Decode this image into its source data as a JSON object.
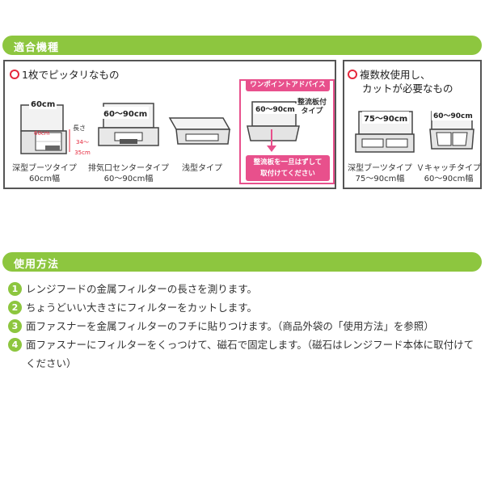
{
  "compat_section": {
    "title": "適合機種",
    "single": {
      "heading": "1枚でピッタリなもの",
      "items": [
        {
          "size": "60cm",
          "dim_small": "60cm",
          "height_label": "長さ",
          "height_range": "34〜35cm",
          "name": "深型ブーツタイプ",
          "width": "60cm幅"
        },
        {
          "size": "60〜90cm",
          "name": "排気口センタータイプ",
          "width": "60〜90cm幅"
        },
        {
          "name": "浅型タイプ"
        }
      ],
      "advice": {
        "title": "ワンポイントアドバイス",
        "size": "60〜90cm",
        "type_line1": "整流板付",
        "type_line2": "タイプ",
        "note_line1": "整流板を一旦はずして",
        "note_line2": "取付けてください"
      }
    },
    "multi": {
      "heading_line1": "複数枚使用し、",
      "heading_line2": "カットが必要なもの",
      "items": [
        {
          "size": "75〜90cm",
          "name": "深型ブーツタイプ",
          "width": "75〜90cm幅"
        },
        {
          "size": "60〜90cm",
          "name": "Ｖキャッチタイプ",
          "width": "60〜90cm幅"
        }
      ]
    }
  },
  "usage_section": {
    "title": "使用方法",
    "steps": [
      {
        "num": "1",
        "text": "レンジフードの金属フィルターの長さを測ります。"
      },
      {
        "num": "2",
        "text": "ちょうどいい大きさにフィルターをカットします。"
      },
      {
        "num": "3",
        "text": "面ファスナーを金属フィルターのフチに貼りつけます。（商品外袋の「使用方法」を参照）"
      },
      {
        "num": "4",
        "text": "面ファスナーにフィルターをくっつけて、磁石で固定します。（磁石はレンジフード本体に取付けてください）"
      }
    ]
  },
  "colors": {
    "section_bar": "#8dc63f",
    "circle_mark": "#e5283c",
    "advice_accent": "#e8508c"
  }
}
